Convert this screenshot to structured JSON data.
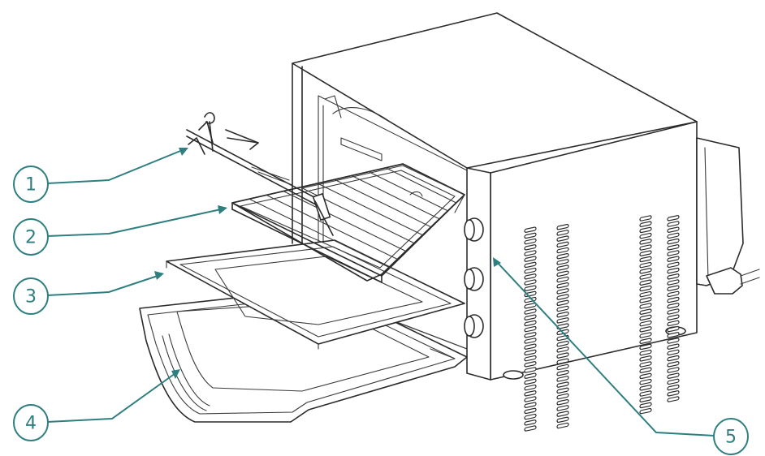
{
  "callouts": [
    {
      "id": "1",
      "label": "1"
    },
    {
      "id": "2",
      "label": "2"
    },
    {
      "id": "3",
      "label": "3"
    },
    {
      "id": "4",
      "label": "4"
    },
    {
      "id": "5",
      "label": "5"
    }
  ],
  "colors": {
    "callout": "#2f7f80",
    "line": "#2b2b2b",
    "background": "#ffffff"
  }
}
